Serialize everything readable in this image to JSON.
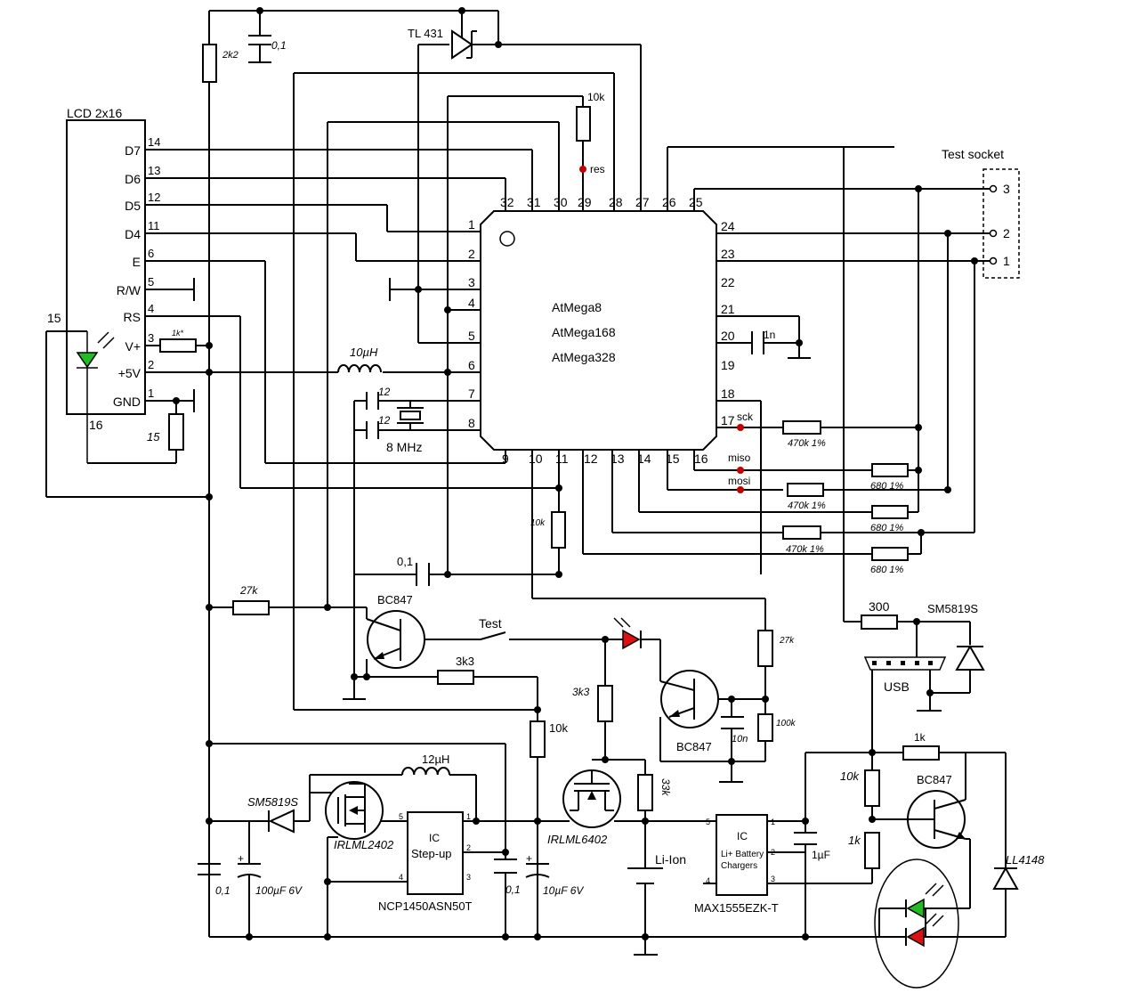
{
  "lcd": {
    "title": "LCD 2x16",
    "pins": [
      {
        "label": "D7",
        "num": "14"
      },
      {
        "label": "D6",
        "num": "13"
      },
      {
        "label": "D5",
        "num": "12"
      },
      {
        "label": "D4",
        "num": "11"
      },
      {
        "label": "E",
        "num": "6"
      },
      {
        "label": "R/W",
        "num": "5"
      },
      {
        "label": "RS",
        "num": "4"
      },
      {
        "label": "V+",
        "num": "3"
      },
      {
        "label": "+5V",
        "num": "2"
      },
      {
        "label": "GND",
        "num": "1"
      }
    ],
    "pin15": "15",
    "pin16": "16"
  },
  "mcu": {
    "names": [
      "AtMega8",
      "AtMega168",
      "AtMega328"
    ],
    "top_pins": [
      "32",
      "31",
      "30",
      "29",
      "28",
      "27",
      "26",
      "25"
    ],
    "left_pins": [
      "1",
      "2",
      "3",
      "4",
      "5",
      "6",
      "7",
      "8"
    ],
    "bottom_pins": [
      "9",
      "10",
      "11",
      "12",
      "13",
      "14",
      "15",
      "16"
    ],
    "right_pins": [
      "24",
      "23",
      "22",
      "21",
      "20",
      "19",
      "18",
      "17"
    ]
  },
  "labels": {
    "tl431": "TL 431",
    "r2k2": "2k2",
    "c01_top": "0,1",
    "r10k_res": "10k",
    "res": "res",
    "test_socket": "Test socket",
    "sock3": "3",
    "sock2": "2",
    "sock1": "1",
    "c1n": "1n",
    "r1k_star": "1k*",
    "r15": "15",
    "l10uh": "10µH",
    "c12a": "12",
    "c12b": "12",
    "xtal": "8 MHz",
    "sck": "sck",
    "miso": "miso",
    "mosi": "mosi",
    "r470k_1": "470k 1%",
    "r680_1": "680 1%",
    "r470k_2": "470k 1%",
    "r680_2": "680 1%",
    "r470k_3": "470k 1%",
    "r680_3": "680 1%",
    "r10k_mid": "10k",
    "c01_mid": "0,1",
    "r27k_left": "27k",
    "bc847_1": "BC847",
    "test": "Test",
    "r3k3_1": "3k3",
    "r10k_low": "10k",
    "r3k3_2": "3k3",
    "r27k_right": "27k",
    "bc847_2": "BC847",
    "c10n": "10n",
    "r100k": "100k",
    "r300": "300",
    "sm5819s_usb": "SM5819S",
    "usb": "USB",
    "l12uh": "12µH",
    "sm5819s_boost": "SM5819S",
    "irlml2402": "IRLML2402",
    "ic1_a": "IC",
    "ic1_b": "Step-up",
    "ncp": "NCP1450ASN50T",
    "c01_bl": "0,1",
    "c100u": "100µF 6V",
    "c01_boost": "0,1",
    "c10u": "10µF 6V",
    "irlml6402": "IRLML6402",
    "r33k": "33k",
    "liion": "Li-Ion",
    "ic2_a": "IC",
    "ic2_b": "Li+ Battery",
    "ic2_c": "Chargers",
    "max": "MAX1555EZK-T",
    "c1u": "1µF",
    "r1k_top": "1k",
    "r10k_chg": "10k",
    "r1k_chg": "1k",
    "bc847_3": "BC847",
    "ll4148": "LL4148",
    "p5a": "5",
    "p1a": "1",
    "p2a": "2",
    "p4a": "4",
    "p3a": "3",
    "p5b": "5",
    "p1b": "1",
    "p2b": "2",
    "p4b": "4",
    "p3b": "3"
  }
}
